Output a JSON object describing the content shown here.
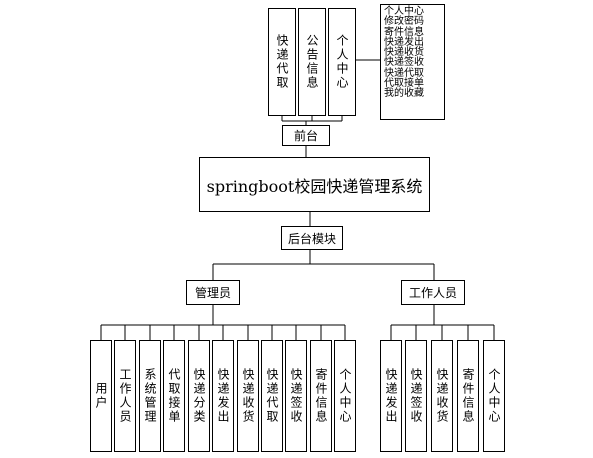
{
  "root": {
    "title": "springboot校园快递管理系统"
  },
  "frontend": {
    "label": "前台",
    "modules": [
      "快递代取",
      "公告信息",
      "个人中心"
    ],
    "personal_center_items": [
      "个人中心",
      "修改密码",
      "寄件信息",
      "快递发出",
      "快递收货",
      "快递签收",
      "快递代取",
      "代取接单",
      "我的收藏"
    ]
  },
  "backend": {
    "label": "后台模块",
    "admin": {
      "label": "管理员",
      "modules": [
        "用户",
        "工作人员",
        "系统管理",
        "代取接单",
        "快递分类",
        "快递发出",
        "快递收货",
        "快递代取",
        "快递签收",
        "寄件信息",
        "个人中心"
      ]
    },
    "staff": {
      "label": "工作人员",
      "modules": [
        "快递发出",
        "快递签收",
        "快递收货",
        "寄件信息",
        "个人中心"
      ]
    }
  }
}
